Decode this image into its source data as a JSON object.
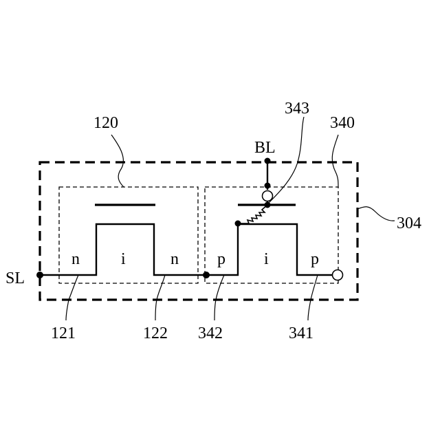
{
  "labels": {
    "ref_120": "120",
    "ref_340": "340",
    "ref_343": "343",
    "ref_304": "304",
    "ref_121": "121",
    "ref_122": "122",
    "ref_342": "342",
    "ref_341": "341",
    "terminal_sl": "SL",
    "terminal_bl": "BL",
    "region_n_left": "n",
    "region_i_left": "i",
    "region_n_right": "n",
    "region_p_left": "p",
    "region_i_right": "i",
    "region_p_right": "p"
  },
  "colors": {
    "line": "#000000",
    "background": "#ffffff"
  }
}
